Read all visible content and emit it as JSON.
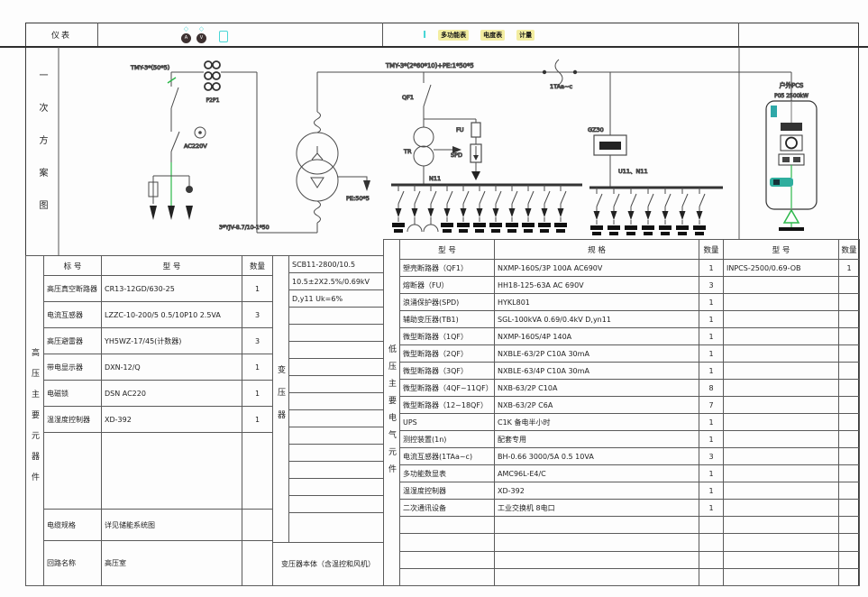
{
  "colors": {
    "line": "#4a4a4a",
    "green": "#2db84b",
    "cyan": "#49d6d6",
    "tag_yellow": "#f3eda0",
    "block": "#141414"
  },
  "top_band": {
    "row_label": "仪表",
    "meter_icons": [
      "A",
      "V"
    ],
    "tags": [
      "多功能表",
      "电度表",
      "计量"
    ]
  },
  "diagram": {
    "left_label": "一次方案图",
    "labels": {
      "hv_busbar": "TMY-3*(50*5)",
      "hv_ct": "P2P1",
      "lock_voltage": "AC220V",
      "feeder_cable": "3*YJV-8.7/10-1*50",
      "pe": "PE:50*5",
      "lv_busbar": "TMY-3*(2*60*10)+PE:1*50*5",
      "qf1": "QF1",
      "tr": "TR",
      "fu": "FU",
      "spd": "SPD",
      "n11": "N11",
      "lv_ct": "1TAa~c",
      "gz30": "GZ30",
      "u11_n11": "U11、N11",
      "pcs_title": "户外PCS",
      "pcs_rating": "P05 2500kW"
    }
  },
  "hv_table": {
    "side_label": "高压主要元器件",
    "headers": [
      "标  号",
      "型  号",
      "数量"
    ],
    "rows": [
      [
        "高压真空断路器",
        "CR13-12GD/630-25",
        "1"
      ],
      [
        "电流互感器",
        "LZZC-10-200/5 0.5/10P10 2.5VA",
        "3"
      ],
      [
        "高压避雷器",
        "YH5WZ-17/45(计数器)",
        "3"
      ],
      [
        "带电显示器",
        "DXN-12/Q",
        "1"
      ],
      [
        "电磁锁",
        "DSN AC220",
        "1"
      ],
      [
        "温湿度控制器",
        "XD-392",
        "1"
      ]
    ],
    "footer": [
      [
        "电缆规格",
        "详见储能系统图"
      ],
      [
        "回路名称",
        "高压室"
      ]
    ]
  },
  "tx_table": {
    "side_label": "变压器",
    "rows": [
      "SCB11-2800/10.5",
      "10.5±2X2.5%/0.69kV",
      "D,y11  Uk=6%"
    ],
    "footer": "变压器本体（含温控和风机）"
  },
  "lv_table": {
    "side_label": "低压主要电气元件",
    "headers": [
      "型  号",
      "规  格",
      "数量",
      "型  号",
      "数量"
    ],
    "rows": [
      [
        "塑壳断路器（QF1）",
        "NXMP-160S/3P 100A AC690V",
        "1"
      ],
      [
        "熔断器（FU）",
        "HH18-125-63A AC 690V",
        "3"
      ],
      [
        "浪涌保护器(SPD)",
        "HYKL801",
        "1"
      ],
      [
        "辅助变压器(TB1)",
        "SGL-100kVA 0.69/0.4kV D,yn11",
        "1"
      ],
      [
        "微型断路器（1QF）",
        "NXMP-160S/4P 140A",
        "1"
      ],
      [
        "微型断路器（2QF）",
        "NXBLE-63/2P C10A 30mA",
        "1"
      ],
      [
        "微型断路器（3QF）",
        "NXBLE-63/4P C10A 30mA",
        "1"
      ],
      [
        "微型断路器（4QF~11QF）",
        "NXB-63/2P C10A",
        "8"
      ],
      [
        "微型断路器（12~18QF）",
        "NXB-63/2P C6A",
        "7"
      ],
      [
        "UPS",
        "C1K 备电半小时",
        "1"
      ],
      [
        "测控装置(1n)",
        "配套专用",
        "1"
      ],
      [
        "电流互感器(1TAa~c)",
        "BH-0.66 3000/5A 0.5 10VA",
        "3"
      ],
      [
        "多功能数显表",
        "AMC96L-E4/C",
        "1"
      ],
      [
        "温湿度控制器",
        "XD-392",
        "1"
      ],
      [
        "二次通讯设备",
        "工业交换机 8电口",
        "1"
      ]
    ],
    "right_rows": [
      [
        "INPCS-2500/0.69-OB",
        "1"
      ]
    ]
  }
}
